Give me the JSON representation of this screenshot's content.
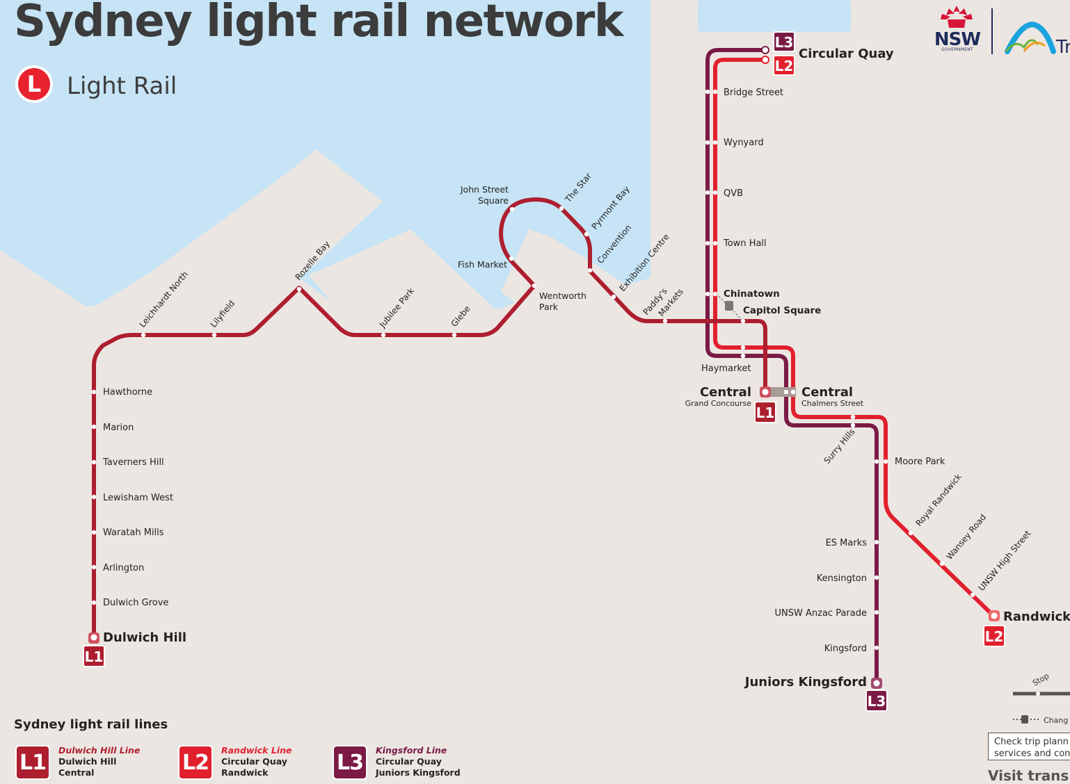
{
  "header": {
    "title": "Sydney light rail network",
    "mode_letter": "L",
    "mode_label": "Light Rail"
  },
  "branding": {
    "nsw_text": "NSW",
    "nsw_gov_text": "GOVERNMENT",
    "transport_text": "Tr"
  },
  "colors": {
    "water": "#c6e4f5",
    "land": "#ece6e2",
    "l1": "#ad1e2f",
    "l2": "#e1202e",
    "l3": "#7a1a45",
    "text": "#222222"
  },
  "lines": [
    {
      "id": "L1",
      "name": "Dulwich Hill Line",
      "termini": [
        "Dulwich Hill",
        "Central"
      ]
    },
    {
      "id": "L2",
      "name": "Randwick Line",
      "termini": [
        "Circular Quay",
        "Randwick"
      ]
    },
    {
      "id": "L3",
      "name": "Kingsford Line",
      "termini": [
        "Circular Quay",
        "Juniors Kingsford"
      ]
    }
  ],
  "legend": {
    "title": "Sydney light rail lines",
    "stop_label": "Stop",
    "change_label": "Chang",
    "trip_box": [
      "Check trip plann",
      "services and con"
    ],
    "visit": "Visit transpo"
  },
  "stations": {
    "circular_quay": "Circular Quay",
    "bridge_street": "Bridge Street",
    "wynyard": "Wynyard",
    "qvb": "QVB",
    "town_hall": "Town Hall",
    "chinatown": "Chinatown",
    "capitol_square": "Capitol Square",
    "haymarket": "Haymarket",
    "central_gc": "Central",
    "central_gc_sub": "Grand Concourse",
    "central_cs": "Central",
    "central_cs_sub": "Chalmers Street",
    "surry_hills": "Surry Hills",
    "moore_park": "Moore Park",
    "royal_randwick": "Royal Randwick",
    "wansey_road": "Wansey Road",
    "unsw_high_street": "UNSW High Street",
    "randwick": "Randwick",
    "es_marks": "ES Marks",
    "kensington": "Kensington",
    "unsw_anzac_parade": "UNSW Anzac Parade",
    "kingsford": "Kingsford",
    "juniors_kingsford": "Juniors Kingsford",
    "paddys_markets_1": "Paddy's",
    "paddys_markets_2": "Markets",
    "exhibition_centre": "Exhibition Centre",
    "convention": "Convention",
    "pyrmont_bay": "Pyrmont Bay",
    "the_star": "The Star",
    "john_street_square_1": "John Street",
    "john_street_square_2": "Square",
    "fish_market": "Fish Market",
    "wentworth_park_1": "Wentworth",
    "wentworth_park_2": "Park",
    "glebe": "Glebe",
    "jubilee_park": "Jubilee Park",
    "rozelle_bay": "Rozelle Bay",
    "lilyfield": "Lilyfield",
    "leichhardt_north": "Leichhardt North",
    "hawthorne": "Hawthorne",
    "marion": "Marion",
    "taverners_hill": "Taverners Hill",
    "lewisham_west": "Lewisham West",
    "waratah_mills": "Waratah Mills",
    "arlington": "Arlington",
    "dulwich_grove": "Dulwich Grove",
    "dulwich_hill": "Dulwich Hill"
  }
}
